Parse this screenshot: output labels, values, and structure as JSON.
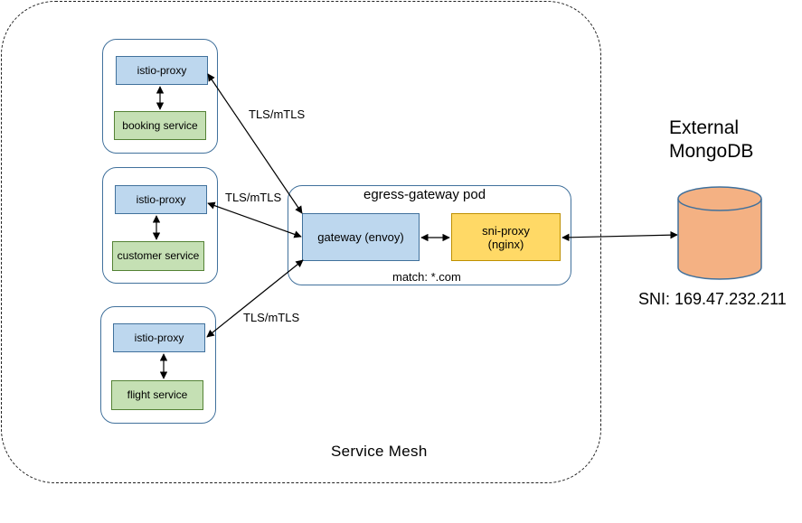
{
  "mesh": {
    "label": "Service Mesh"
  },
  "pods": [
    {
      "proxy_label": "istio-proxy",
      "service_label": "booking service"
    },
    {
      "proxy_label": "istio-proxy",
      "service_label": "customer service"
    },
    {
      "proxy_label": "istio-proxy",
      "service_label": "flight service"
    }
  ],
  "egress": {
    "title": "egress-gateway pod",
    "gateway_label": "gateway (envoy)",
    "sni_proxy_label": "sni-proxy\n(nginx)",
    "match_label": "match: *.com"
  },
  "connections": {
    "tls_label_1": "TLS/mTLS",
    "tls_label_2": "TLS/mTLS",
    "tls_label_3": "TLS/mTLS"
  },
  "external": {
    "title_line1": "External",
    "title_line2": "MongoDB",
    "sni_label": "SNI: 169.47.232.211"
  },
  "colors": {
    "proxy_fill": "#bdd7ee",
    "service_fill": "#c5e0b4",
    "sni_proxy_fill": "#ffd966",
    "database_fill": "#f4b183"
  }
}
